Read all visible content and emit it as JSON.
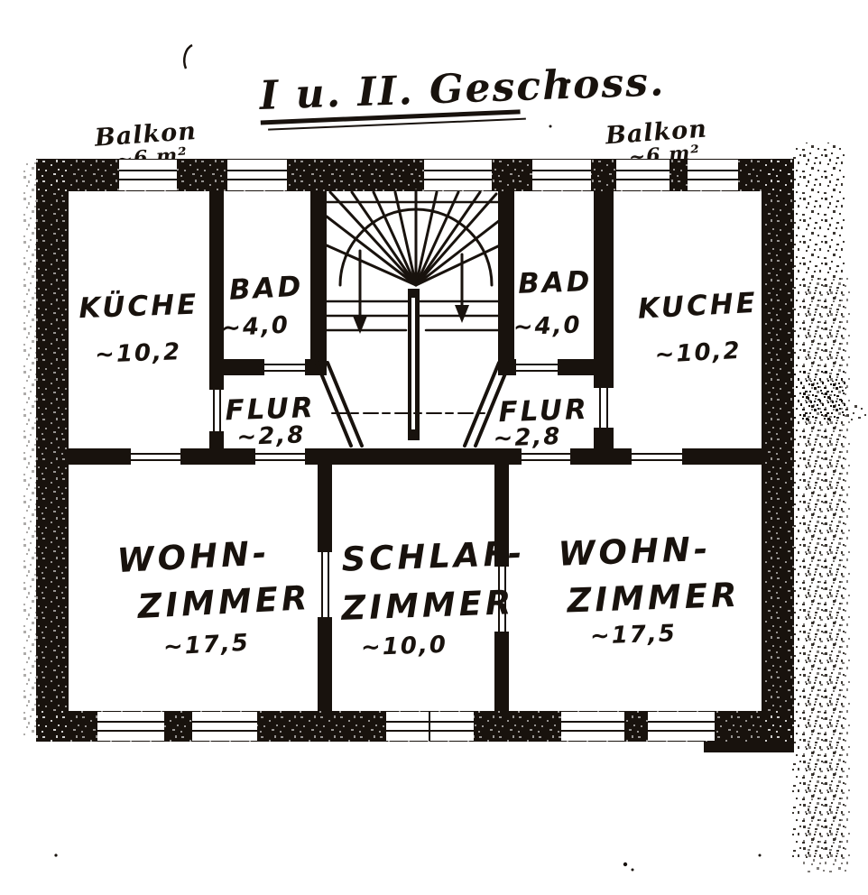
{
  "page": {
    "title": "I u. II. Geschoss."
  },
  "balconies": {
    "left": {
      "label": "Balkon",
      "area": "~6 m²"
    },
    "right": {
      "label": "Balkon",
      "area": "~6 m²"
    }
  },
  "rooms": {
    "kueche_left": {
      "name": "KÜCHE",
      "area": "~10,2"
    },
    "bad_left": {
      "name": "BAD",
      "area": "~4,0"
    },
    "flur_left": {
      "name": "FLUR",
      "area": "~2,8"
    },
    "bad_right": {
      "name": "BAD",
      "area": "~4,0"
    },
    "flur_right": {
      "name": "FLUR",
      "area": "~2,8"
    },
    "kueche_right": {
      "name": "KUCHE",
      "area": "~10,2"
    },
    "wohnzimmer_left": {
      "line1": "WOHN-",
      "line2": "ZIMMER",
      "area": "~17,5"
    },
    "schlafzimmer": {
      "line1": "SCHLAF-",
      "line2": "ZIMMER",
      "area": "~10,0"
    },
    "wohnzimmer_right": {
      "line1": "WOHN-",
      "line2": "ZIMMER",
      "area": "~17,5"
    }
  },
  "colors": {
    "ink": "#18120d",
    "paper": "#ffffff"
  }
}
